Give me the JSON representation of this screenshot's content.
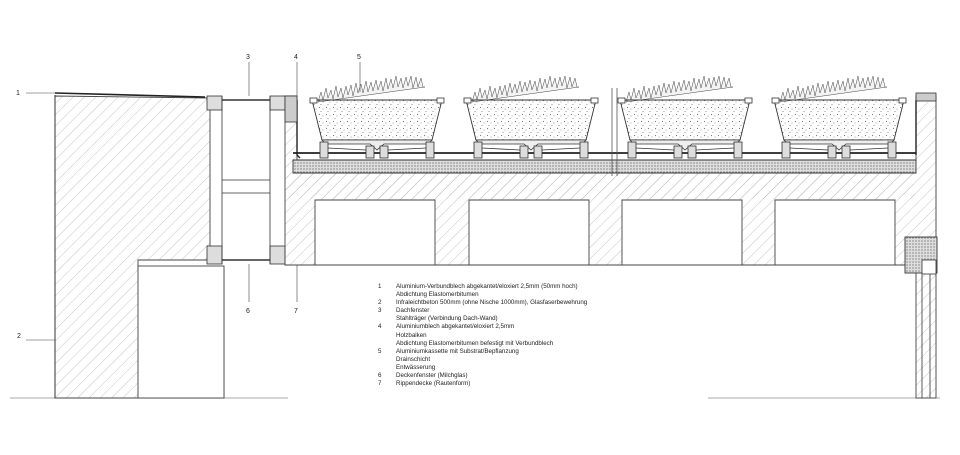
{
  "callouts": {
    "c1": "1",
    "c2": "2",
    "c3": "3",
    "c4": "4",
    "c5": "5",
    "c6": "6",
    "c7": "7"
  },
  "legend": [
    {
      "num": "1",
      "lines": [
        "Aluminium-Verbundblech abgekantet/eloxiert 2,5mm (50mm hoch)",
        "Abdichtung Elastomerbitumen"
      ]
    },
    {
      "num": "2",
      "lines": [
        "Infraleichtbeton 500mm (ohne Nische 1000mm), Glasfaserbewehrung"
      ]
    },
    {
      "num": "3",
      "lines": [
        "Dachfenster",
        "Stahlträger (Verbindung Dach-Wand)"
      ]
    },
    {
      "num": "4",
      "lines": [
        "Aluminiumblech abgekantet/eloxiert 2,5mm",
        "Holzbalken",
        "Abdichtung Elastomerbitumen befestigt mit Verbundblech"
      ]
    },
    {
      "num": "5",
      "lines": [
        "Aluminiumkassette mit Substrat/Bepflanzung",
        "Drainschicht",
        "Entwässerung"
      ]
    },
    {
      "num": "6",
      "lines": [
        "Deckenfenster (Milchglas)"
      ]
    },
    {
      "num": "7",
      "lines": [
        "Rippendecke (Rautenform)"
      ]
    }
  ]
}
